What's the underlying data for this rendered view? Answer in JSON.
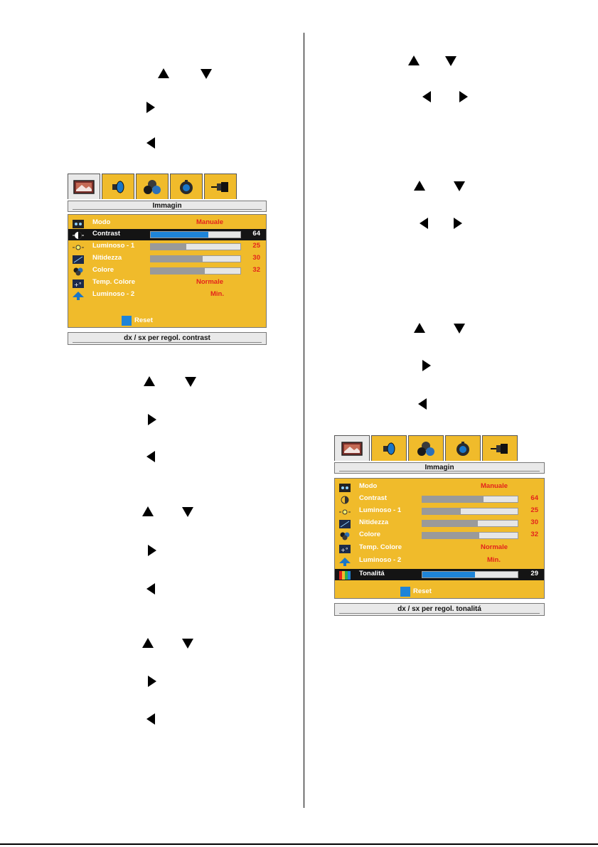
{
  "menu": {
    "tabs": [
      {
        "icon": "picture-icon"
      },
      {
        "icon": "speaker-icon"
      },
      {
        "icon": "features-icon"
      },
      {
        "icon": "install-icon"
      },
      {
        "icon": "source-icon"
      }
    ],
    "title": "Immagin",
    "reset_label": "Reset",
    "items": {
      "modo": {
        "label": "Modo",
        "value": "Manuale",
        "icon": "mode-icon"
      },
      "contrast": {
        "label": "Contrast",
        "value": "64",
        "icon": "contrast-icon"
      },
      "luminoso1": {
        "label": "Luminoso - 1",
        "value": "25",
        "icon": "brightness-icon"
      },
      "nitidezza": {
        "label": "Nitidezza",
        "value": "30",
        "icon": "sharpness-icon"
      },
      "colore": {
        "label": "Colore",
        "value": "32",
        "icon": "color-icon"
      },
      "temp_colore": {
        "label": "Temp. Colore",
        "value": "Normale",
        "icon": "color-temp-icon"
      },
      "luminoso2": {
        "label": "Luminoso - 2",
        "value": "Min.",
        "icon": "backlight-icon"
      },
      "tonalita": {
        "label": "Tonalitá",
        "value": "29",
        "icon": "hue-icon"
      }
    },
    "levels": {
      "contrast": 0.64,
      "luminoso1": 0.4,
      "nitidezza": 0.58,
      "colore": 0.6,
      "tonalita": 0.55
    }
  },
  "screen1": {
    "hint": "dx / sx per regol. contrast",
    "selected": "contrast"
  },
  "screen2": {
    "hint": "dx / sx per regol. tonalitá",
    "selected": "tonalita"
  },
  "arrow_icons": [
    "up-arrow-icon",
    "down-arrow-icon",
    "left-arrow-icon",
    "right-arrow-icon"
  ],
  "colors": {
    "menu_bg": "#f0bb2b",
    "highlight": "#1e84d8",
    "value_text": "#e3231c"
  }
}
